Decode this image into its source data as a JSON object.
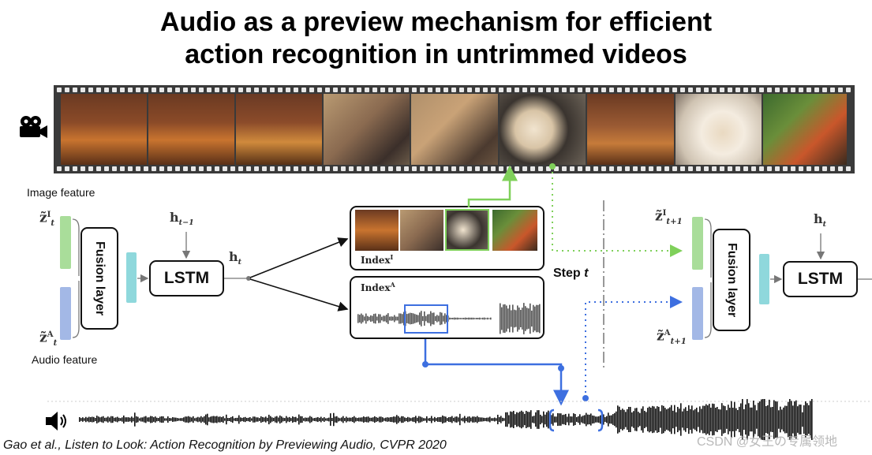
{
  "title": {
    "line1": "Audio as a preview mechanism for efficient",
    "line2": "action recognition in untrimmed videos"
  },
  "icons": {
    "camera": "video-camera-icon",
    "speaker": "speaker-icon"
  },
  "labels": {
    "image_feature": "Image feature",
    "audio_feature": "Audio feature",
    "fusion": "Fusion layer",
    "lstm": "LSTM",
    "step_prefix": "Step ",
    "step_var": "t",
    "index_image": "Index",
    "index_image_sup": "I",
    "index_audio": "Index",
    "index_audio_sup": "A"
  },
  "math": {
    "z": "z̃",
    "sup_image": "I",
    "sup_audio": "A",
    "sub_t": "t",
    "sub_t1": "t+1",
    "h": "h",
    "sub_tm1": "t−1"
  },
  "citation": "Gao et al., Listen to Look: Action Recognition by Previewing Audio, CVPR 2020",
  "watermark": "CSDN @女王の专属领地",
  "colors": {
    "green": "#7fd05a",
    "blue": "#3d6fe0",
    "image_feat": "#a9dd9a",
    "audio_feat": "#a3b8e6",
    "fused_feat": "#8fd8dc",
    "film": "#3a3a3a"
  }
}
